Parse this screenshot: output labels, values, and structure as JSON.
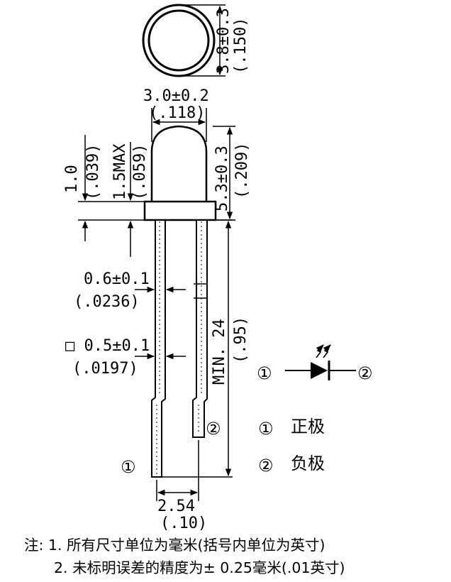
{
  "dimensions": {
    "lens_diameter": {
      "mm": "3.8±0.3",
      "inch": "(.150)"
    },
    "body_width": {
      "mm": "3.0±0.2",
      "inch": "(.118)"
    },
    "dome_height": {
      "mm": "5.3±0.3",
      "inch": "(.209)"
    },
    "flange_thickness": {
      "mm": "1.0",
      "inch": "(.039)"
    },
    "flange_max": {
      "mm": "1.5MAX",
      "inch": "(.059)"
    },
    "lead_bend_width": {
      "mm": "0.6±0.1",
      "inch": "(.0236)"
    },
    "lead_square": {
      "mm": "□ 0.5±0.1",
      "inch": "(.0197)"
    },
    "lead_length": {
      "mm": "MIN. 24",
      "inch": "(.95)"
    },
    "lead_spacing": {
      "mm": "2.54",
      "inch": "(.10)"
    }
  },
  "pins": {
    "pin1_marker": "①",
    "pin2_marker": "②"
  },
  "legend": {
    "pin1_marker": "①",
    "pin1_label": "正极",
    "pin2_marker": "②",
    "pin2_label": "负极"
  },
  "notes": {
    "prefix": "注:",
    "line1": "1. 所有尺寸单位为毫米(括号内单位为英寸)",
    "line2": "2. 未标明误差的精度为± 0.25毫米(.01英寸)"
  }
}
